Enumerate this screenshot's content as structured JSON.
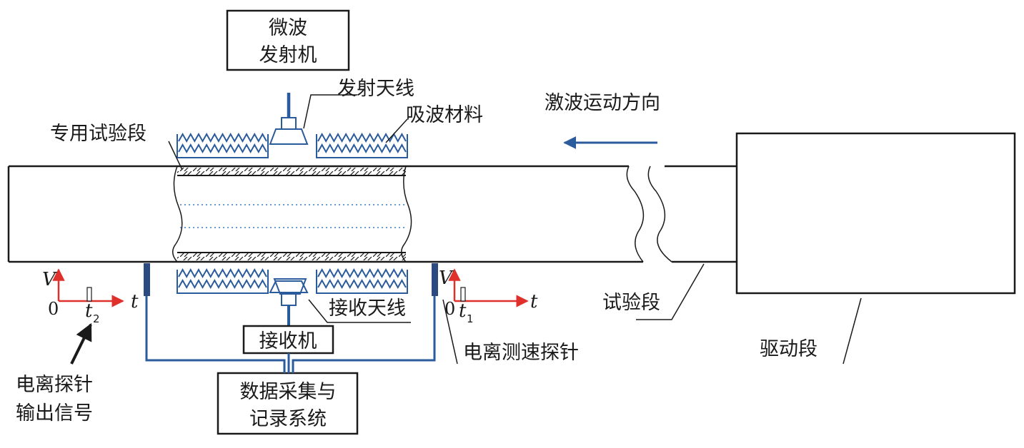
{
  "transmitter": {
    "line1": "微波",
    "line2": "发射机"
  },
  "labels": {
    "tx_antenna": "发射天线",
    "absorber": "吸波材料",
    "special_section": "专用试验段",
    "shock_direction": "激波运动方向",
    "rx_antenna": "接收天线",
    "receiver": "接收机",
    "daq_line1": "数据采集与",
    "daq_line2": "记录系统",
    "ion_probe": "电离测速探针",
    "test_section": "试验段",
    "driver_section": "驱动段",
    "probe_out_line1": "电离探针",
    "probe_out_line2": "输出信号"
  },
  "plot_left": {
    "v": "V",
    "t": "t",
    "zero": "0",
    "tick": "t",
    "tick_sub": "2"
  },
  "plot_right": {
    "v": "V",
    "t": "t",
    "zero": "0",
    "tick": "t",
    "tick_sub": "1"
  },
  "colors": {
    "blue": "#2a5b9c",
    "red": "#e0302c",
    "black": "#1a1a1a",
    "dotted": "#3a7cc4"
  }
}
